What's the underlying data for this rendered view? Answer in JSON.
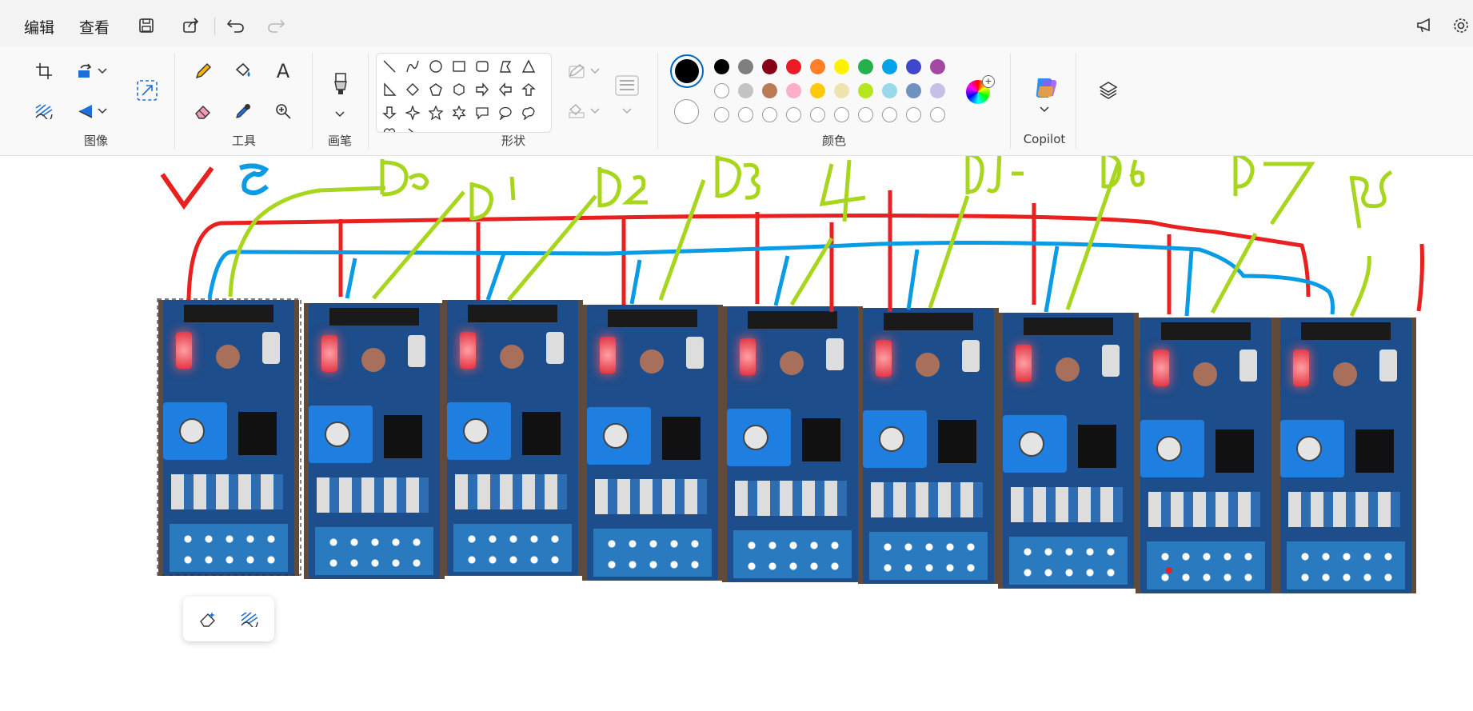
{
  "menu": {
    "edit": "编辑",
    "view": "查看"
  },
  "ribbon": {
    "groups": {
      "image": "图像",
      "tools": "工具",
      "brushes": "画笔",
      "shapes": "形状",
      "colors": "颜色",
      "copilot": "Copilot"
    },
    "text_tool_glyph": "A"
  },
  "colors": {
    "primary": "#000000",
    "secondary": "#ffffff",
    "palette_row1": [
      "#000000",
      "#7f7f7f",
      "#880015",
      "#ed1c24",
      "#ff7f27",
      "#fff200",
      "#22b14c",
      "#00a2e8",
      "#3f48cc",
      "#a349a4"
    ],
    "palette_row2": [
      "#ffffff",
      "#c3c3c3",
      "#b97a57",
      "#ffaec9",
      "#ffc90e",
      "#efe4b0",
      "#b5e61d",
      "#99d9ea",
      "#7092be",
      "#c8bfe7"
    ]
  },
  "canvas": {
    "modules": [
      {
        "index": 0
      },
      {
        "index": 1
      },
      {
        "index": 2
      },
      {
        "index": 3
      },
      {
        "index": 4
      },
      {
        "index": 5
      },
      {
        "index": 6
      },
      {
        "index": 7
      },
      {
        "index": 8
      }
    ]
  }
}
